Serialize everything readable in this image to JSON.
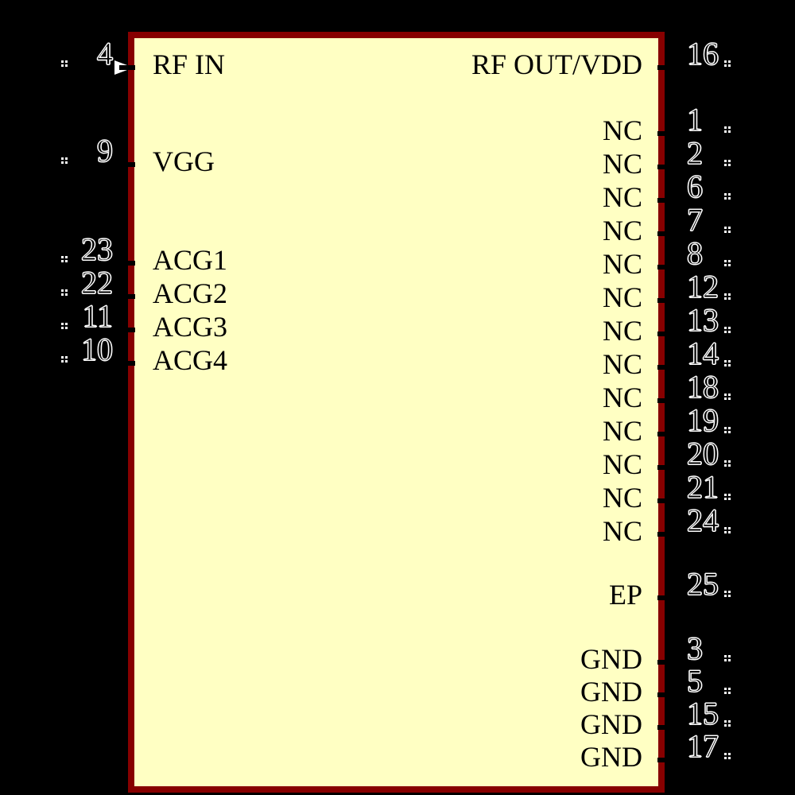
{
  "colors": {
    "background": "#000000",
    "body_fill": "#FFFFC3",
    "body_border": "#870000",
    "pin_number_outline": "#FFFFFF",
    "pin_label_text": "#000000",
    "input_arrow": "#FFFFFF"
  },
  "component": {
    "pins_left": [
      {
        "number": "4",
        "label": "RF IN"
      },
      {
        "number": "9",
        "label": "VGG"
      },
      {
        "number": "23",
        "label": "ACG1"
      },
      {
        "number": "22",
        "label": "ACG2"
      },
      {
        "number": "11",
        "label": "ACG3"
      },
      {
        "number": "10",
        "label": "ACG4"
      }
    ],
    "pins_right": [
      {
        "number": "16",
        "label": "RF OUT/VDD"
      },
      {
        "number": "1",
        "label": "NC"
      },
      {
        "number": "2",
        "label": "NC"
      },
      {
        "number": "6",
        "label": "NC"
      },
      {
        "number": "7",
        "label": "NC"
      },
      {
        "number": "8",
        "label": "NC"
      },
      {
        "number": "12",
        "label": "NC"
      },
      {
        "number": "13",
        "label": "NC"
      },
      {
        "number": "14",
        "label": "NC"
      },
      {
        "number": "18",
        "label": "NC"
      },
      {
        "number": "19",
        "label": "NC"
      },
      {
        "number": "20",
        "label": "NC"
      },
      {
        "number": "21",
        "label": "NC"
      },
      {
        "number": "24",
        "label": "NC"
      },
      {
        "number": "25",
        "label": "EP"
      },
      {
        "number": "3",
        "label": "GND"
      },
      {
        "number": "5",
        "label": "GND"
      },
      {
        "number": "15",
        "label": "GND"
      },
      {
        "number": "17",
        "label": "GND"
      }
    ]
  }
}
